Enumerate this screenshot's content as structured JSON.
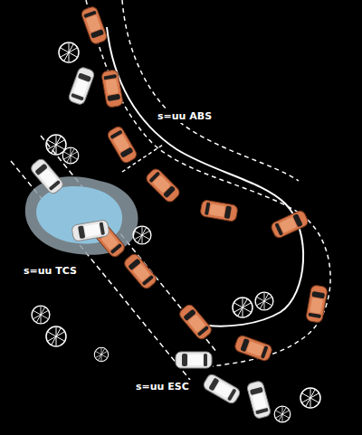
{
  "diagram": {
    "labels": [
      "s=uu ABS",
      "s=uu TCS",
      "s=uu ESC"
    ]
  }
}
